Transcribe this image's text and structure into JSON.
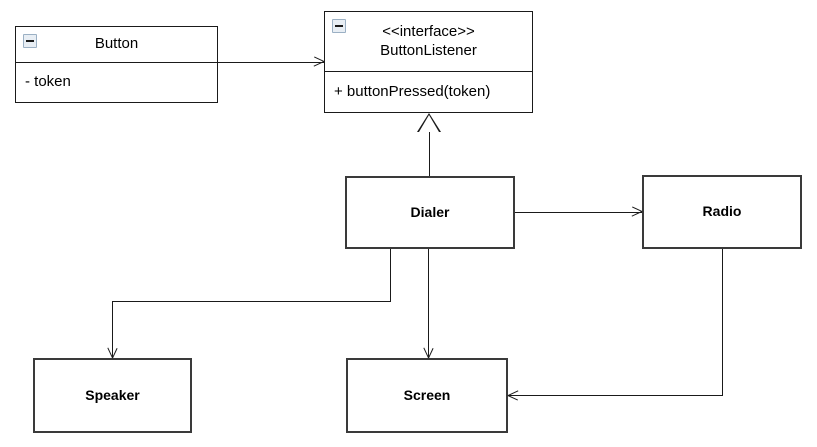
{
  "diagram": {
    "type": "uml-class-diagram",
    "background_color": "#ffffff",
    "line_color": "#1a1a1a",
    "classes": [
      {
        "id": "button",
        "name": "Button",
        "stereotype": "",
        "icon": "collapse-minus-icon",
        "attributes": [
          "- token"
        ],
        "operations": []
      },
      {
        "id": "button-listener",
        "name": "ButtonListener",
        "stereotype": "<<interface>>",
        "icon": "collapse-minus-icon",
        "attributes": [],
        "operations": [
          "+ buttonPressed(token)"
        ]
      },
      {
        "id": "dialer",
        "name": "Dialer",
        "stereotype": "",
        "icon": "",
        "attributes": [],
        "operations": []
      },
      {
        "id": "radio",
        "name": "Radio",
        "stereotype": "",
        "icon": "",
        "attributes": [],
        "operations": []
      },
      {
        "id": "speaker",
        "name": "Speaker",
        "stereotype": "",
        "icon": "",
        "attributes": [],
        "operations": []
      },
      {
        "id": "screen",
        "name": "Screen",
        "stereotype": "",
        "icon": "",
        "attributes": [],
        "operations": []
      }
    ],
    "relationships": [
      {
        "id": "button-to-listener",
        "from": "button",
        "to": "button-listener",
        "kind": "association",
        "arrow": "open-arrow"
      },
      {
        "id": "dialer-to-listener",
        "from": "dialer",
        "to": "button-listener",
        "kind": "realization",
        "arrow": "hollow-triangle"
      },
      {
        "id": "dialer-to-radio",
        "from": "dialer",
        "to": "radio",
        "kind": "association",
        "arrow": "open-arrow"
      },
      {
        "id": "dialer-to-speaker",
        "from": "dialer",
        "to": "speaker",
        "kind": "association",
        "arrow": "open-arrow"
      },
      {
        "id": "dialer-to-screen",
        "from": "dialer",
        "to": "screen",
        "kind": "association",
        "arrow": "open-arrow"
      },
      {
        "id": "radio-to-screen",
        "from": "radio",
        "to": "screen",
        "kind": "association",
        "arrow": "open-arrow"
      }
    ]
  },
  "labels": {
    "button_title": "Button",
    "button_attribute": "- token",
    "listener_title": "<<interface>>\nButtonListener",
    "listener_stereotype": "<<interface>>",
    "listener_name": "ButtonListener",
    "listener_operation": "+ buttonPressed(token)",
    "dialer_title": "Dialer",
    "radio_title": "Radio",
    "speaker_title": "Speaker",
    "screen_title": "Screen"
  }
}
